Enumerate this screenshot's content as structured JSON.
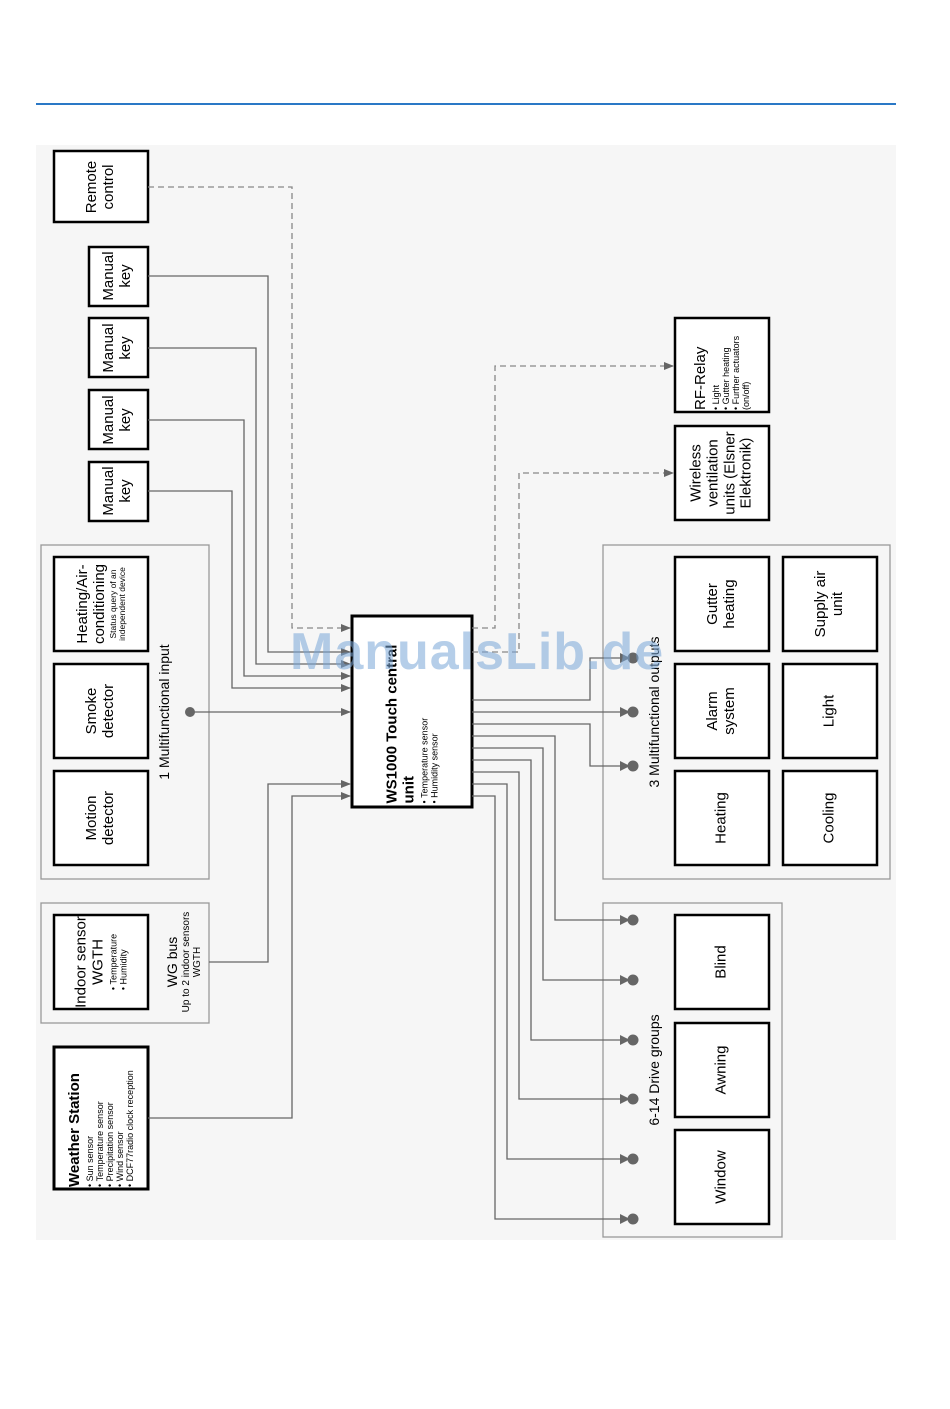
{
  "devices": {
    "remote_control": "Remote control",
    "manual_key": "Manual key",
    "rf_relay": {
      "title": "RF-Relay",
      "items": [
        "Light",
        "Gutter heating",
        "Further actuators (on/off)"
      ]
    },
    "wireless_vent": "Wireless ventilation units (Elsner Elektronik)"
  },
  "multifunctional_input": {
    "group_label": "1 Multifunctional input",
    "heating_air": "Heating/Air-conditioning",
    "heating_air_note": "Status query of an independent device",
    "smoke_detector": "Smoke detector",
    "motion_detector": "Motion detector"
  },
  "wg_bus": {
    "indoor_sensor": "Indoor sensor WGTH",
    "indoor_items": [
      "Temperature",
      "Humidity"
    ],
    "title": "WG bus",
    "note": "Up to 2 indoor sensors WGTH"
  },
  "weather_station": {
    "title": "Weather Station",
    "items": [
      "Sun sensor",
      "Temperature sensor",
      "Precipitation sensor",
      "Wind sensor",
      "DCF77radio clock reception"
    ]
  },
  "central_unit": {
    "title": "WS1000 Touch central unit",
    "items": [
      "Temperature sensor",
      "Humidity sensor"
    ]
  },
  "outputs": {
    "group_label": "3 Multifunctional outputs",
    "gutter_heating": "Gutter heating",
    "supply_air": "Supply air unit",
    "alarm_system": "Alarm system",
    "light": "Light",
    "heating": "Heating",
    "cooling": "Cooling"
  },
  "drive_groups": {
    "group_label": "6-14 Drive groups",
    "blind": "Blind",
    "awning": "Awning",
    "window": "Window"
  },
  "watermark": "ManualsLib.de",
  "colors": {
    "rule": "#2a78c6",
    "line": "#666666",
    "dashed": "#888888",
    "dot": "#666666"
  }
}
